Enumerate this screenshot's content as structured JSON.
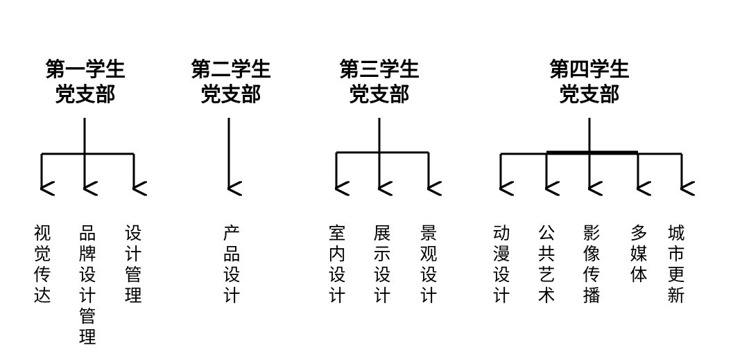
{
  "branches": [
    {
      "title": "第一学生\n党支部",
      "items": [
        "视觉传达",
        "品牌设计管理",
        "设计管理"
      ]
    },
    {
      "title": "第二学生\n党支部",
      "items": [
        "产品设计"
      ]
    },
    {
      "title": "第三学生\n党支部",
      "items": [
        "室内设计",
        "展示设计",
        "景观设计"
      ]
    },
    {
      "title": "第四学生\n党支部",
      "items": [
        "动漫设计",
        "公共艺术",
        "影像传播",
        "多媒体",
        "城市更新"
      ]
    }
  ],
  "colors": {
    "line": "#000000",
    "text": "#000000",
    "background": "#ffffff"
  }
}
